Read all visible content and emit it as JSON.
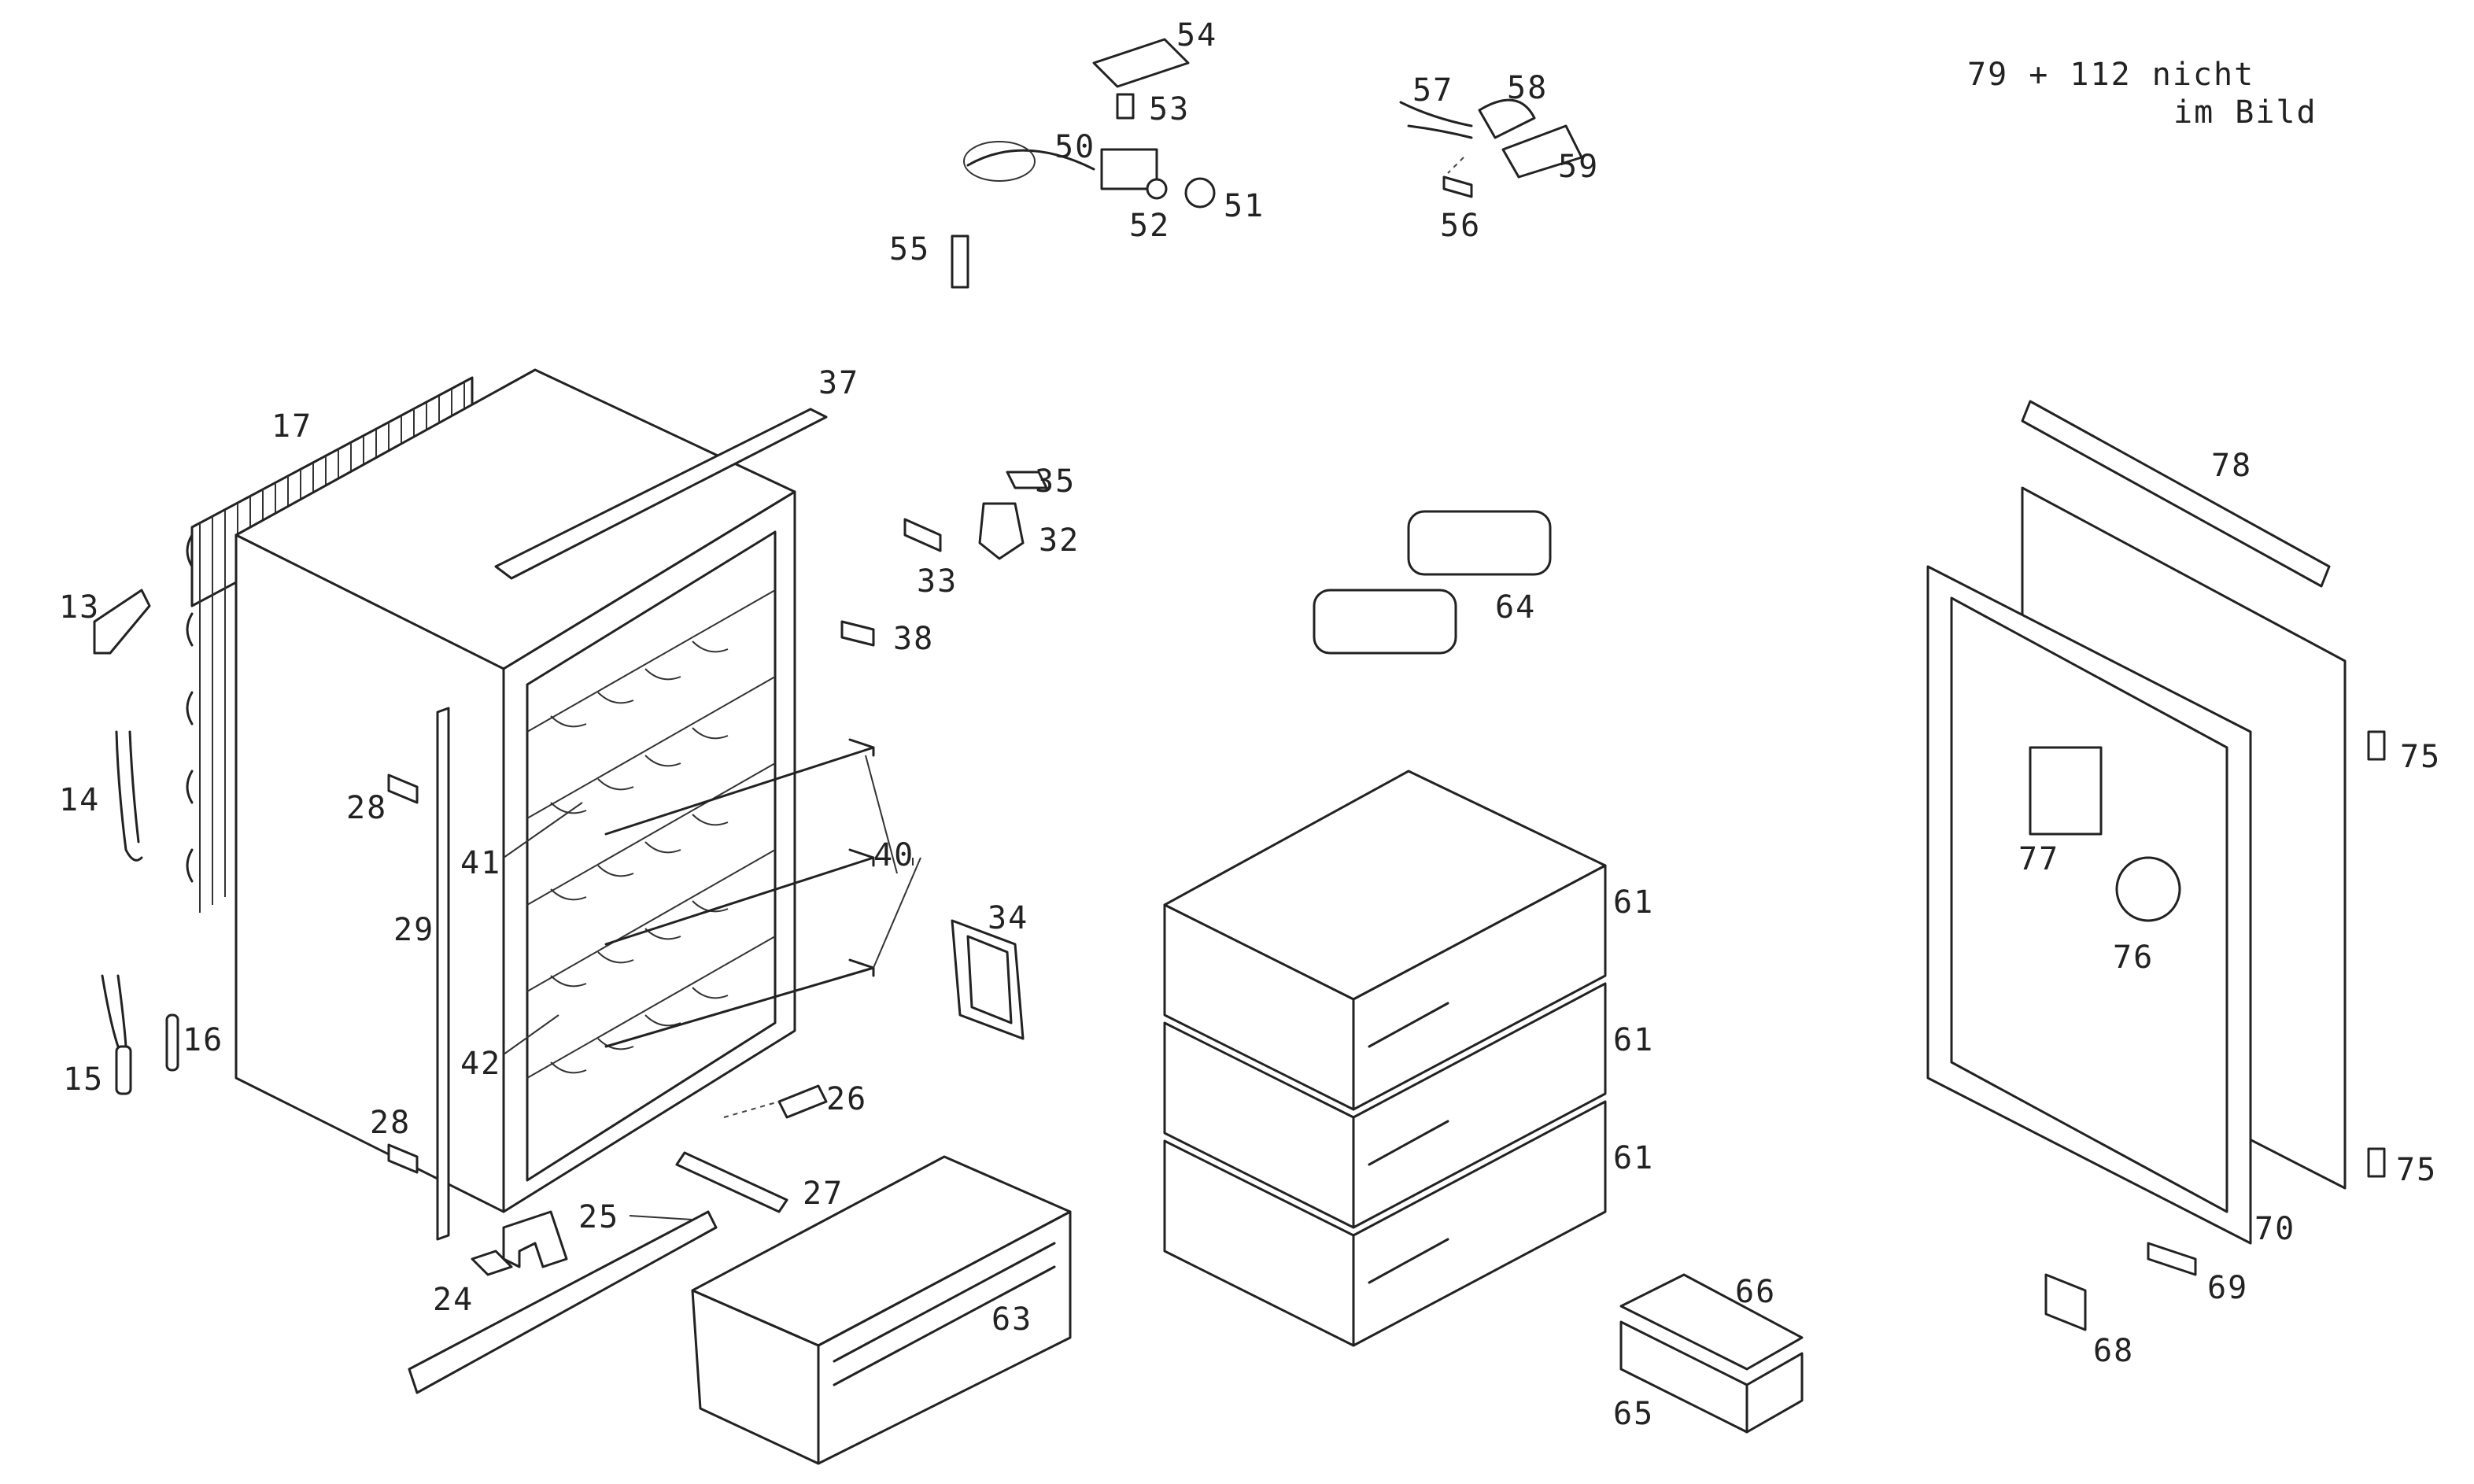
{
  "note": {
    "line1": "79 + 112 nicht",
    "line2": "im Bild"
  },
  "labels": {
    "p13": "13",
    "p14": "14",
    "p15": "15",
    "p16": "16",
    "p17": "17",
    "p24": "24",
    "p25": "25",
    "p26": "26",
    "p27": "27",
    "p28a": "28",
    "p28b": "28",
    "p29": "29",
    "p32": "32",
    "p33": "33",
    "p34": "34",
    "p35": "35",
    "p37": "37",
    "p38": "38",
    "p40": "40",
    "p41": "41",
    "p42": "42",
    "p50": "50",
    "p51": "51",
    "p52": "52",
    "p53": "53",
    "p54": "54",
    "p55": "55",
    "p56": "56",
    "p57": "57",
    "p58": "58",
    "p59": "59",
    "p61a": "61",
    "p61b": "61",
    "p61c": "61",
    "p63": "63",
    "p64": "64",
    "p65": "65",
    "p66": "66",
    "p68": "68",
    "p69": "69",
    "p70": "70",
    "p75a": "75",
    "p75b": "75",
    "p76": "76",
    "p77": "77",
    "p78": "78"
  }
}
